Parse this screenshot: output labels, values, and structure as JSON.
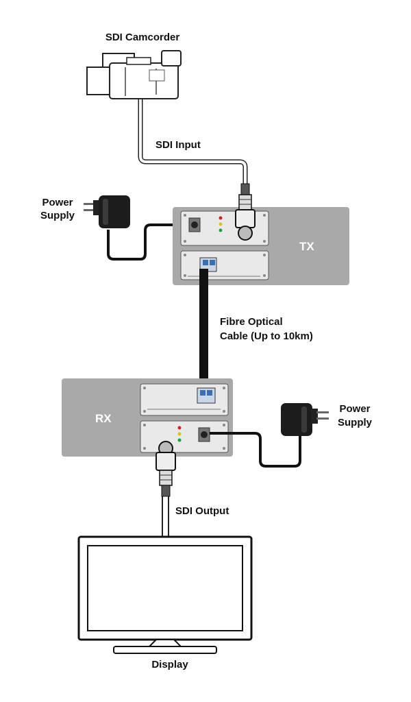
{
  "labels": {
    "camcorder": "SDI Camcorder",
    "sdi_input": "SDI Input",
    "power_supply_tx_line1": "Power",
    "power_supply_tx_line2": "Supply",
    "fibre_line1": "Fibre Optical",
    "fibre_line2": "Cable (Up to 10km)",
    "power_supply_rx_line1": "Power",
    "power_supply_rx_line2": "Supply",
    "sdi_output": "SDI Output",
    "display": "Display"
  },
  "units": {
    "tx": {
      "name": "TX"
    },
    "rx": {
      "name": "RX"
    }
  },
  "colors": {
    "unit_gray": "#a9a9a9",
    "panel": "#e9e9e9",
    "cable": "#111111",
    "led_red": "#d02020",
    "led_yellow": "#e0c020",
    "led_green": "#20a040"
  }
}
